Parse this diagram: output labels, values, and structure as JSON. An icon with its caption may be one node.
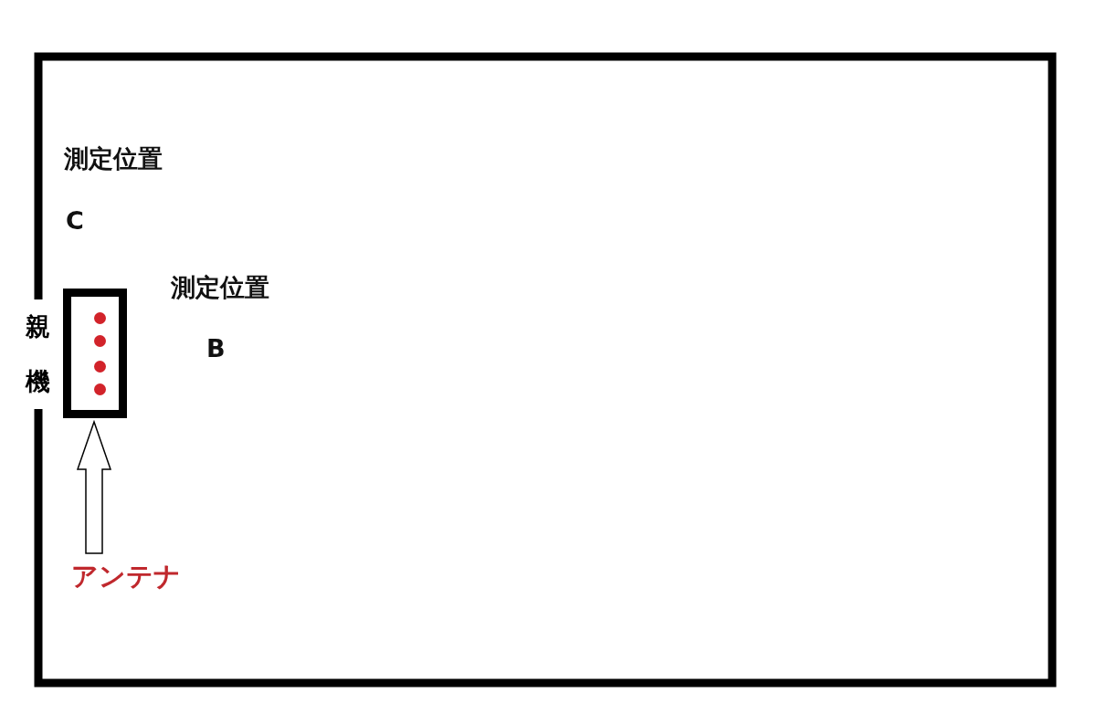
{
  "diagram": {
    "nodes": [
      {
        "text": [
          "アンテナ"
        ]
      },
      {
        "text": [],
        "shape": "box",
        "beside": [
          "親機"
        ]
      }
    ],
    "edges": [
      {
        "from": 0,
        "to": 1,
        "arrow": "to"
      }
    ],
    "labels": [
      "測定位置",
      "C",
      "測定位置",
      "B"
    ]
  }
}
